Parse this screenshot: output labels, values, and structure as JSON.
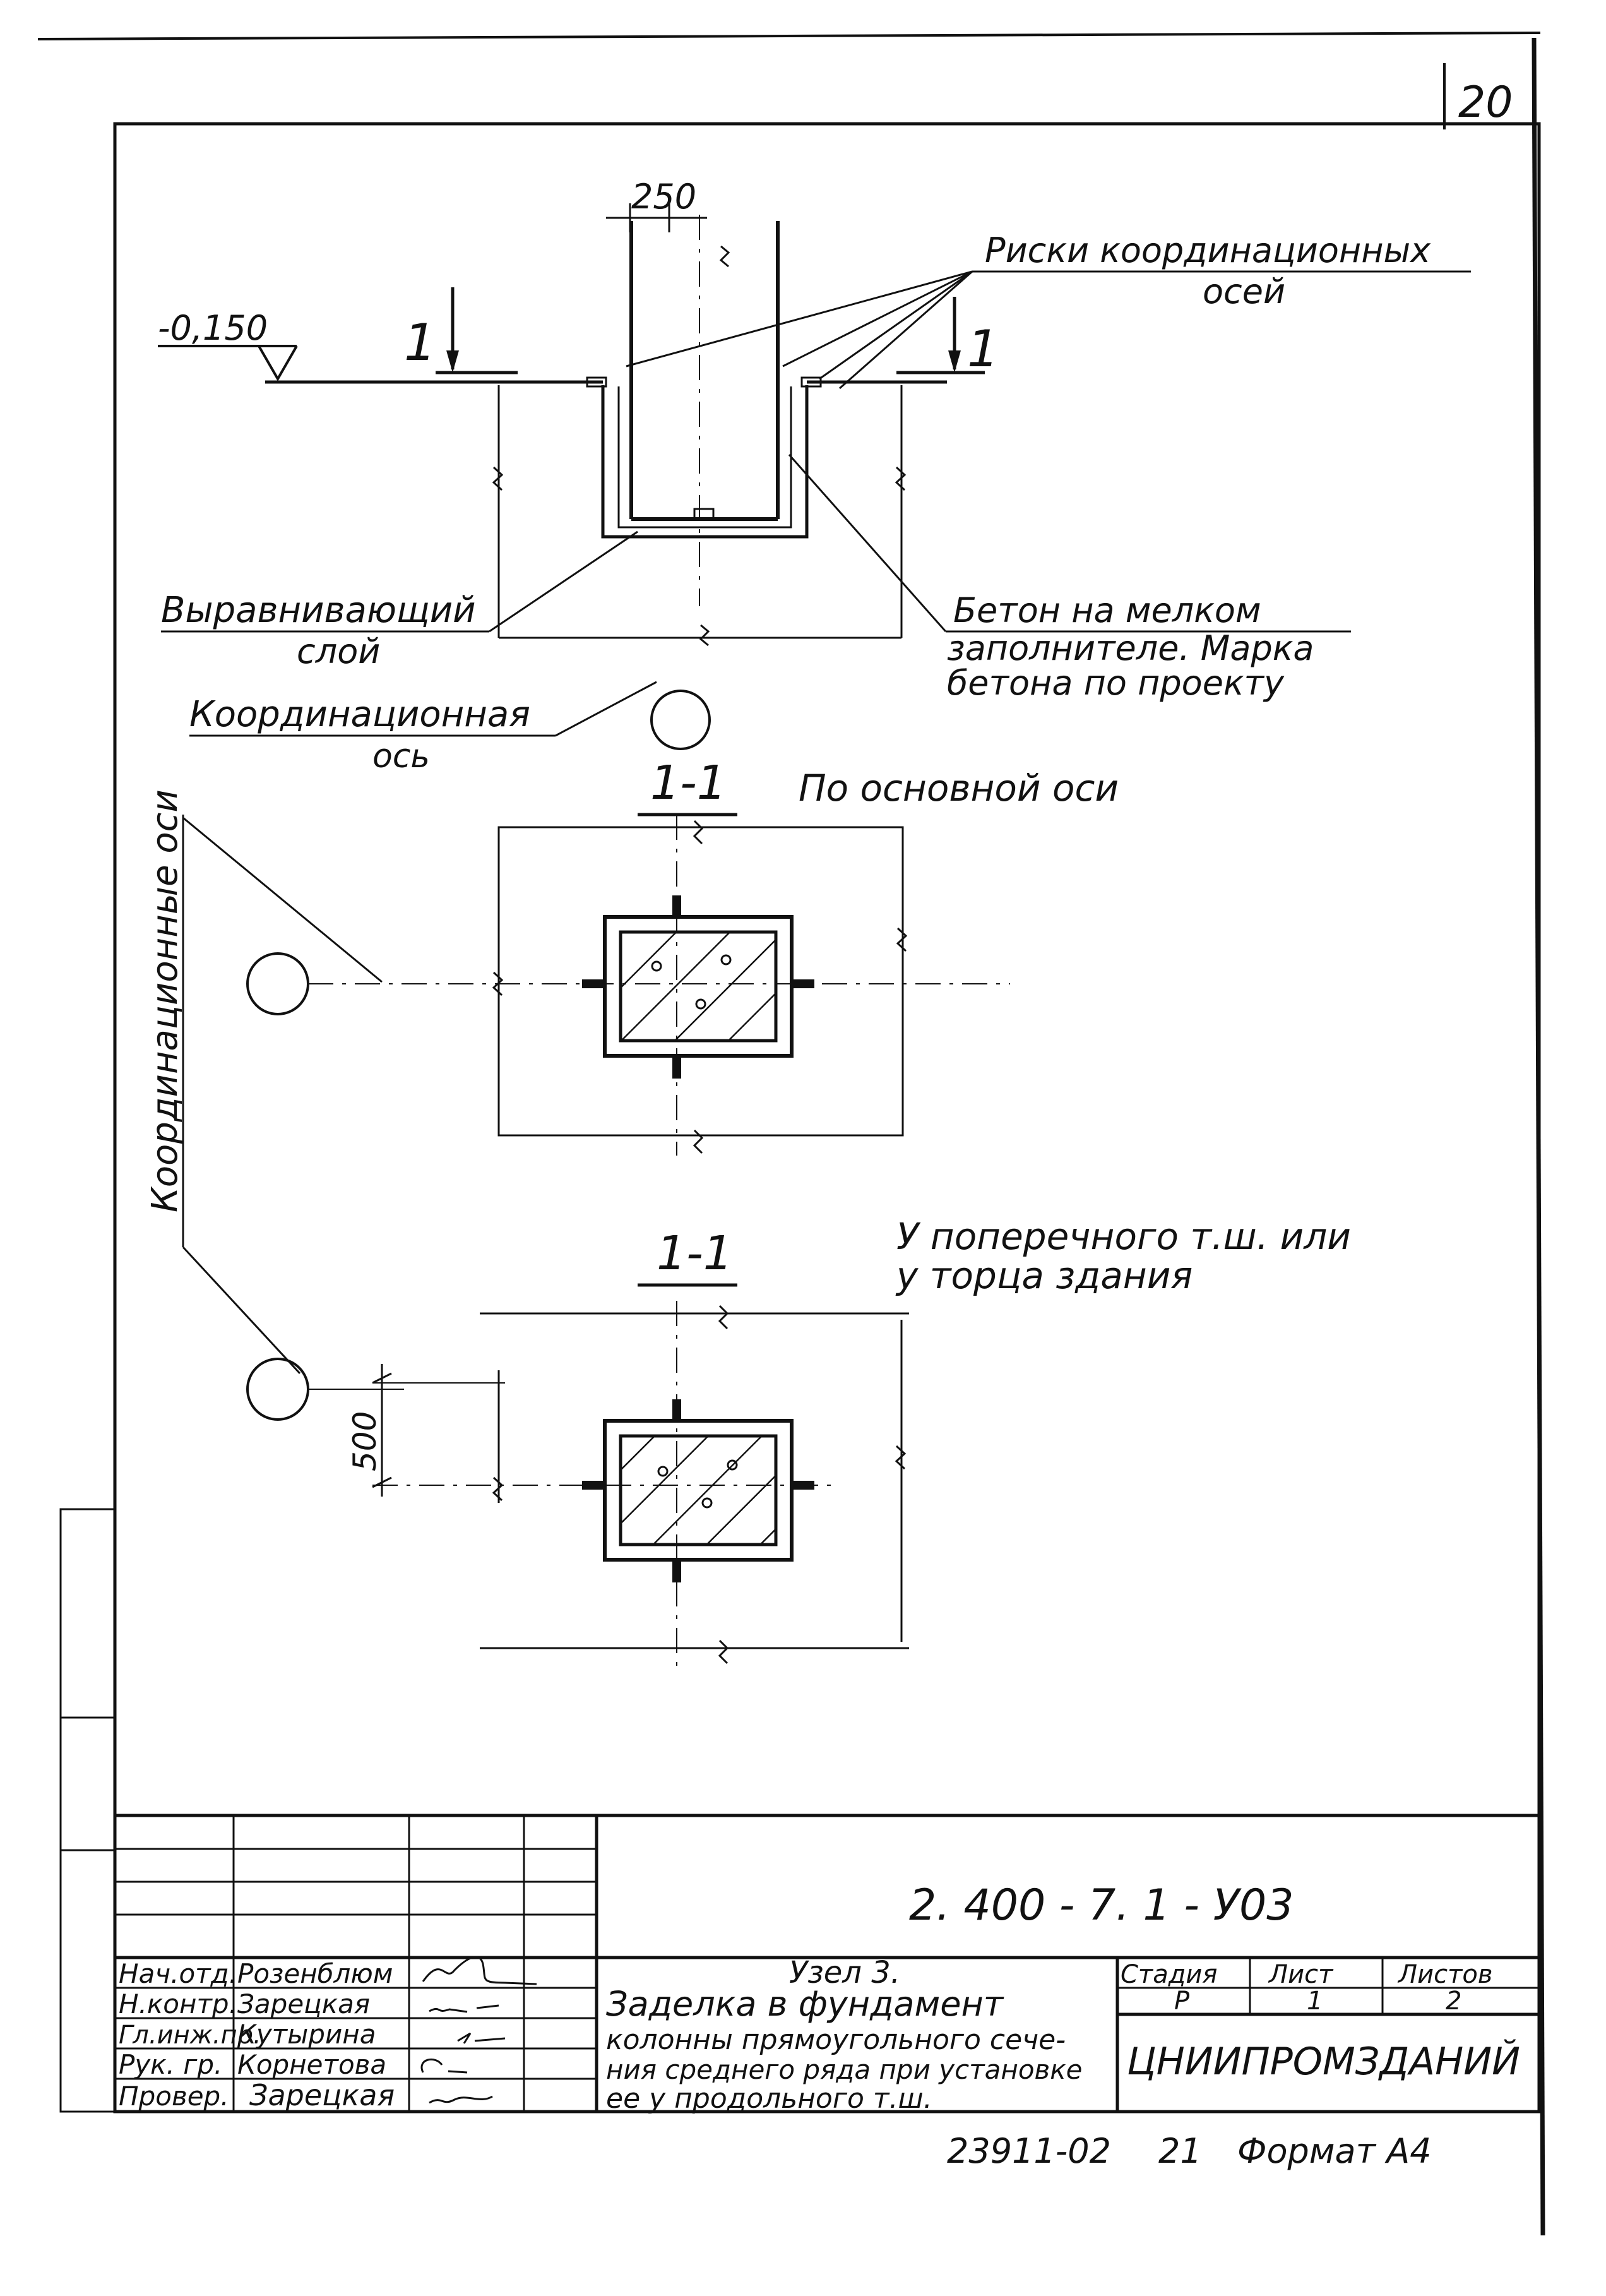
{
  "sheet_number": "20",
  "node": {
    "dim_width": "250",
    "elevation": "-0,150",
    "section_mark": "1",
    "label_risks_line1": "Риски координационных",
    "label_risks_line2": "осей",
    "label_leveling_line1": "Выравнивающий",
    "label_leveling_line2": "слой",
    "label_concrete_line1": "Бетон на мелком",
    "label_concrete_line2": "заполнителе. Марка",
    "label_concrete_line3": "бетона по проекту",
    "label_axis_line1": "Координационная",
    "label_axis_line2": "ось"
  },
  "side_label": "Координационные оси",
  "section1": {
    "title": "1-1",
    "caption": "По основной оси"
  },
  "section2": {
    "title": "1-1",
    "caption_line1": "У поперечного т.ш. или",
    "caption_line2": "у торца здания",
    "dim": "500"
  },
  "title_block": {
    "doc_code": "2. 400 - 7. 1 - У03",
    "roles": [
      {
        "role": "Нач.отд.",
        "name": "Розенблюм"
      },
      {
        "role": "Н.контр.",
        "name": "Зарецкая"
      },
      {
        "role": "Гл.инж.пр.",
        "name": "Кутырина"
      },
      {
        "role": "Рук. гр.",
        "name": "Корнетова"
      },
      {
        "role": "Провер.",
        "name": "Зарецкая"
      }
    ],
    "desc_line1": "Узел 3.",
    "desc_line2": "Заделка в фундамент",
    "desc_line3": "колонны прямоугольного сече-",
    "desc_line4": "ния среднего ряда при установке",
    "desc_line5": "ее у продольного т.ш.",
    "h_stage": "Стадия",
    "h_sheet": "Лист",
    "h_sheets": "Листов",
    "v_stage": "Р",
    "v_sheet": "1",
    "v_sheets": "2",
    "org": "ЦНИИПРОМЗДАНИЙ"
  },
  "footer": {
    "code": "23911-02",
    "num": "21",
    "format": "Формат А4"
  }
}
